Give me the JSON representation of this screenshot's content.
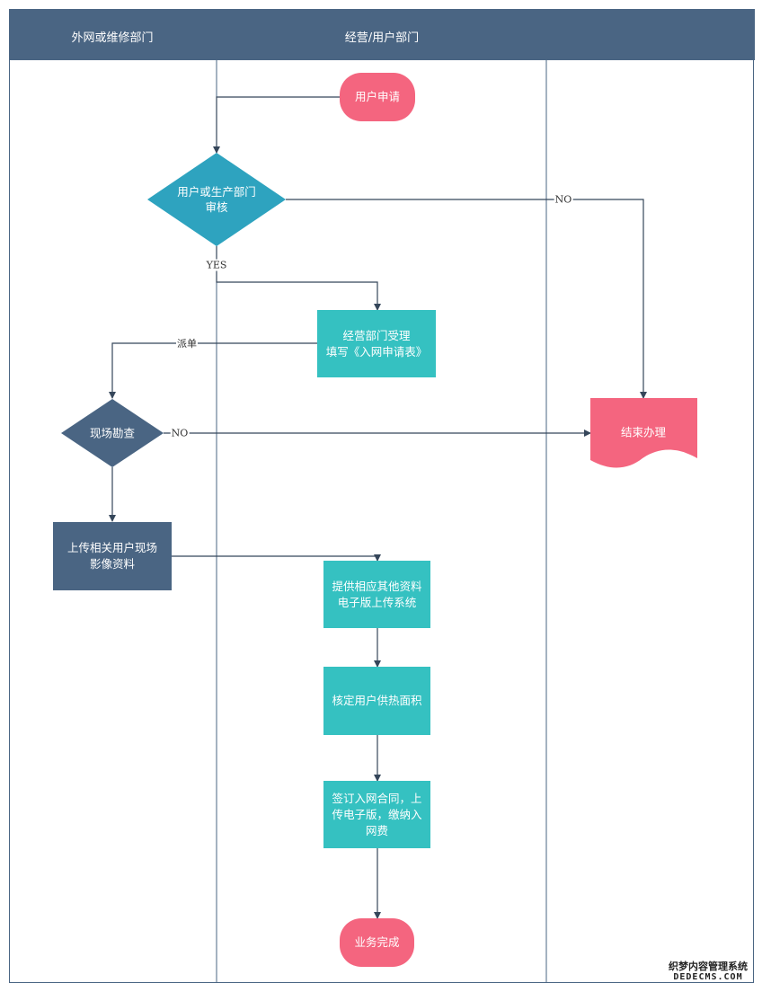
{
  "lanes": {
    "lane1_title": "外网或维修部门",
    "lane2_title": "经营/用户部门"
  },
  "nodes": {
    "start": "用户申请",
    "review": "用户或生产部门\n审核",
    "accept": "经营部门受理\n填写《入网申请表》",
    "survey": "现场勘查",
    "end_process": "结束办理",
    "upload_images": "上传相关用户现场\n影像资料",
    "provide_docs": "提供相应其他资料\n电子版上传系统",
    "verify_area": "核定用户供热面积",
    "sign_contract": "签订入网合同，上\n传电子版，缴纳入\n网费",
    "done": "业务完成"
  },
  "edge_labels": {
    "review_no": "NO",
    "review_yes": "YES",
    "dispatch": "派单",
    "survey_no": "NO"
  },
  "watermark": {
    "line1": "织梦内容管理系统",
    "line2": "DEDECMS.COM"
  },
  "colors": {
    "header": "#4a6583",
    "terminal": "#f4657f",
    "process": "#35c1c1",
    "decision": "#2ea3bf",
    "dark": "#4a6583"
  }
}
